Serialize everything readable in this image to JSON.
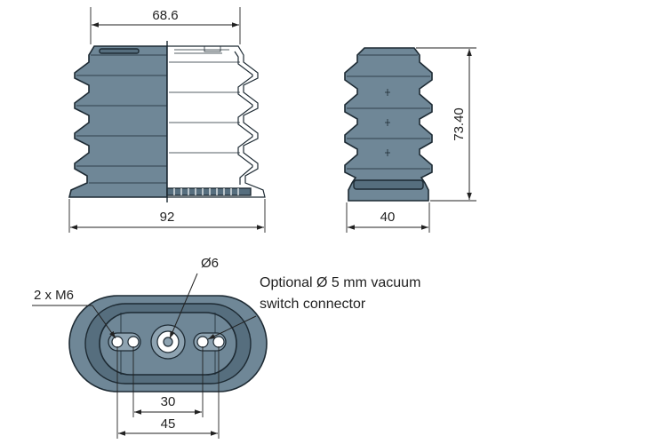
{
  "colors": {
    "rubber": "#6f8797",
    "rubber_dark": "#566e7e",
    "outline": "#1d2a33",
    "dimension": "#222222"
  },
  "side_view": {
    "top_width": "68.6",
    "base_width": "92"
  },
  "end_view": {
    "height": "73.40",
    "base_width": "40"
  },
  "bottom_view": {
    "thread_label": "2 x M6",
    "center_hole_label": "Ø6",
    "connector_note_line1": "Optional Ø 5 mm vacuum",
    "connector_note_line2": "switch connector",
    "inner_spacing": "30",
    "outer_spacing": "45"
  }
}
